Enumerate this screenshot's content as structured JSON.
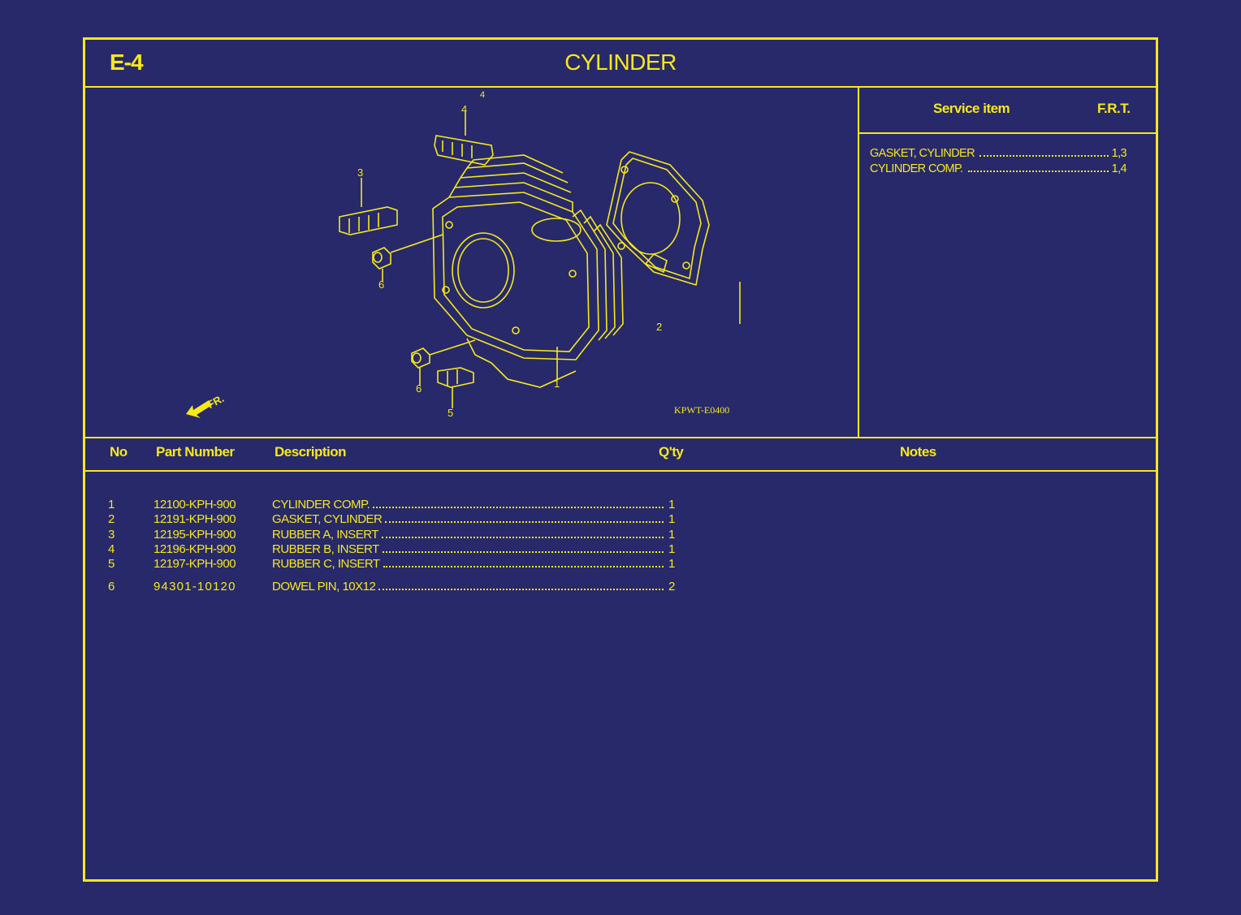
{
  "header": {
    "code": "E-4",
    "title": "CYLINDER"
  },
  "diagram": {
    "ref_code": "KPWT-E0400",
    "front_label": "FR.",
    "callouts": [
      "1",
      "2",
      "3",
      "4",
      "5",
      "6",
      "6",
      "4"
    ]
  },
  "service": {
    "col_item": "Service item",
    "col_frt": "F.R.T.",
    "items": [
      {
        "name": "GASKET, CYLINDER",
        "frt": "1,3"
      },
      {
        "name": "CYLINDER COMP.",
        "frt": "1,4"
      }
    ]
  },
  "table": {
    "headers": {
      "no": "No",
      "part": "Part Number",
      "desc": "Description",
      "qty": "Q'ty",
      "notes": "Notes"
    },
    "rows": [
      {
        "no": "1",
        "part": "12100-KPH-900",
        "desc": "CYLINDER COMP.",
        "qty": "1"
      },
      {
        "no": "2",
        "part": "12191-KPH-900",
        "desc": "GASKET, CYLINDER",
        "qty": "1"
      },
      {
        "no": "3",
        "part": "12195-KPH-900",
        "desc": "RUBBER A, INSERT",
        "qty": "1"
      },
      {
        "no": "4",
        "part": "12196-KPH-900",
        "desc": "RUBBER B, INSERT",
        "qty": "1"
      },
      {
        "no": "5",
        "part": "12197-KPH-900",
        "desc": "RUBBER C, INSERT",
        "qty": "1"
      },
      {
        "no": "6",
        "part": "94301-10120",
        "desc": "DOWEL PIN, 10X12",
        "qty": "2"
      }
    ]
  },
  "colors": {
    "background": "#27296a",
    "ink": "#f7e81c"
  }
}
